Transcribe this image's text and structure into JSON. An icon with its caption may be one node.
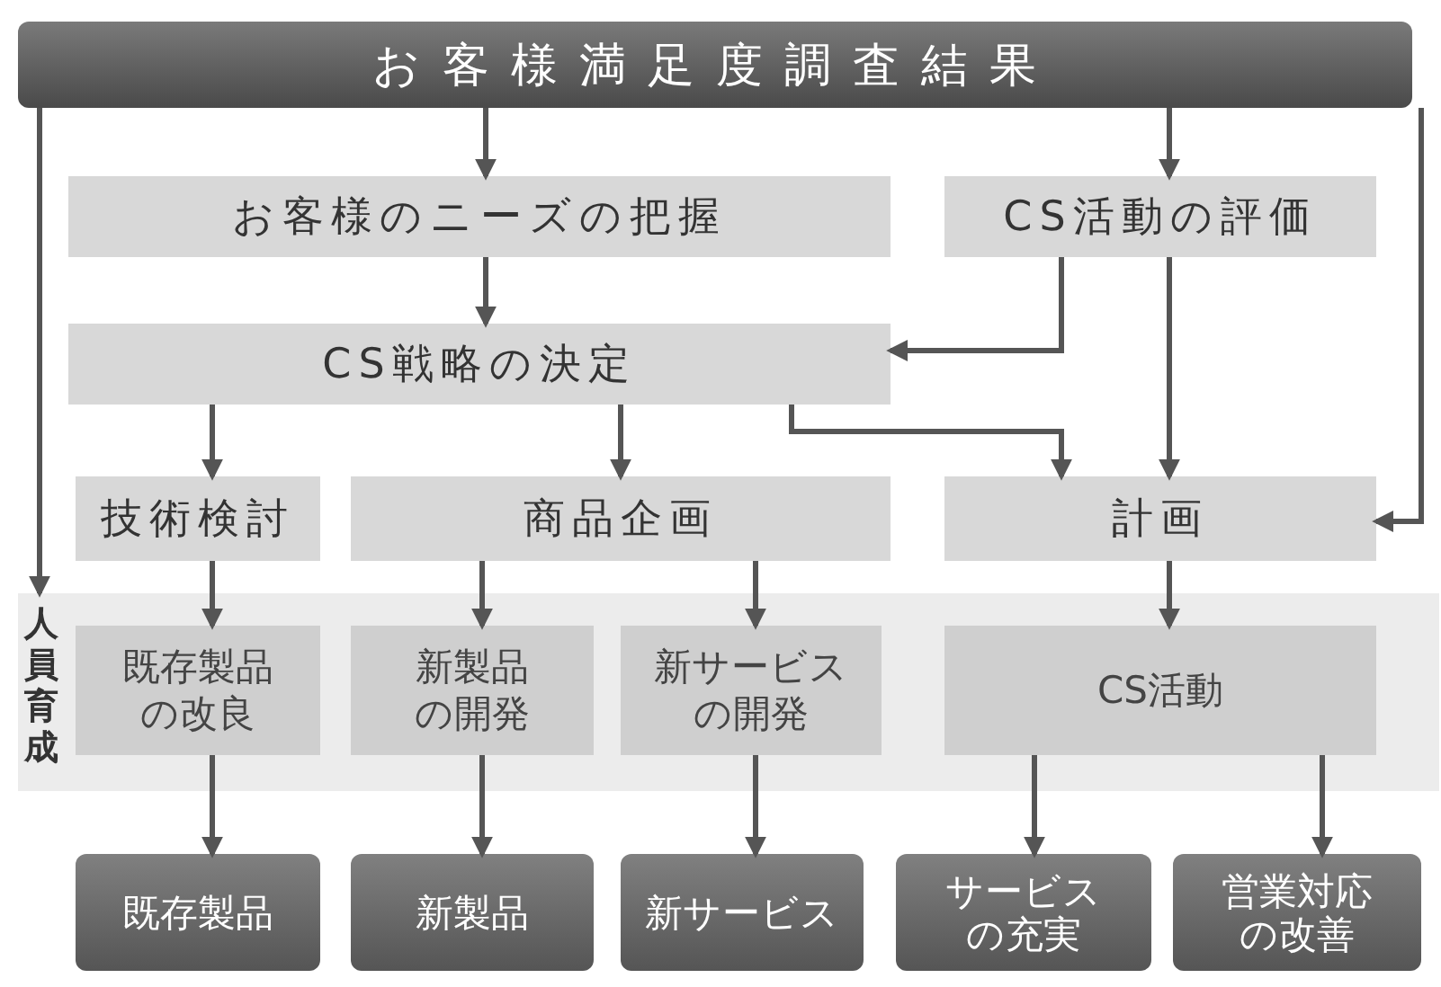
{
  "diagram": {
    "nodes": [
      {
        "text": [
          "お客様満足度調査結果"
        ]
      },
      {
        "text": [
          "お客様のニーズの把握"
        ]
      },
      {
        "text": [
          "CS活動の評価"
        ]
      },
      {
        "text": [
          "CS戦略の決定"
        ]
      },
      {
        "text": [
          "技術検討"
        ]
      },
      {
        "text": [
          "商品企画"
        ]
      },
      {
        "text": [
          "計画"
        ]
      },
      {
        "text": [
          "人員育成"
        ]
      },
      {
        "text": [
          "既存製品の改良"
        ],
        "in": 7
      },
      {
        "text": [
          "新製品の開発"
        ],
        "in": 7
      },
      {
        "text": [
          "新サービスの開発"
        ],
        "in": 7
      },
      {
        "text": [
          "CS活動"
        ],
        "in": 7
      },
      {
        "text": [
          "既存製品"
        ]
      },
      {
        "text": [
          "新製品"
        ]
      },
      {
        "text": [
          "新サービス"
        ]
      },
      {
        "text": [
          "サービスの充実"
        ]
      },
      {
        "text": [
          "営業対応の改善"
        ]
      }
    ],
    "edges": [
      {
        "from": 0,
        "to": 1,
        "arrow": "to"
      },
      {
        "from": 0,
        "to": 2,
        "arrow": "to"
      },
      {
        "from": 0,
        "to": 7,
        "arrow": "to"
      },
      {
        "from": 0,
        "to": 6,
        "arrow": "to"
      },
      {
        "from": 1,
        "to": 3,
        "arrow": "to"
      },
      {
        "from": 2,
        "to": 3,
        "arrow": "to"
      },
      {
        "from": 2,
        "to": 6,
        "arrow": "to"
      },
      {
        "from": 3,
        "to": 4,
        "arrow": "to"
      },
      {
        "from": 3,
        "to": 5,
        "arrow": "to"
      },
      {
        "from": 3,
        "to": 6,
        "arrow": "to"
      },
      {
        "from": 4,
        "to": 8,
        "arrow": "to"
      },
      {
        "from": 5,
        "to": 9,
        "arrow": "to"
      },
      {
        "from": 5,
        "to": 10,
        "arrow": "to"
      },
      {
        "from": 6,
        "to": 11,
        "arrow": "to"
      },
      {
        "from": 8,
        "to": 12,
        "arrow": "to"
      },
      {
        "from": 9,
        "to": 13,
        "arrow": "to"
      },
      {
        "from": 10,
        "to": 14,
        "arrow": "to"
      },
      {
        "from": 11,
        "to": 15,
        "arrow": "to"
      },
      {
        "from": 11,
        "to": 16,
        "arrow": "to"
      }
    ]
  }
}
